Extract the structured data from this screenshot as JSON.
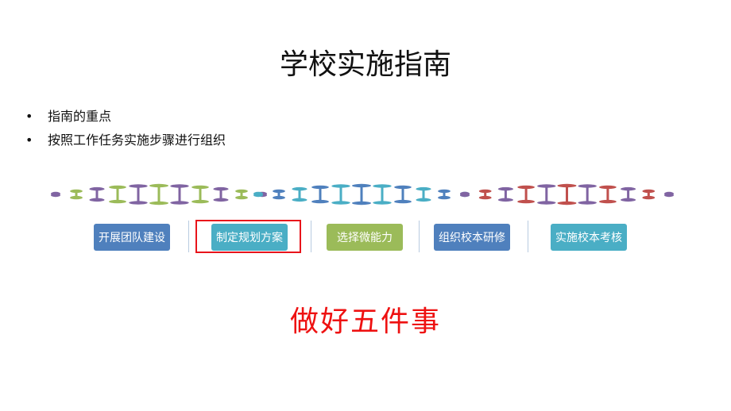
{
  "slide": {
    "title": "学校实施指南",
    "bullets": [
      "指南的重点",
      "按照工作任务实施步骤进行组织"
    ],
    "steps": [
      {
        "label": "开展团队建设",
        "color": "#4f80bd"
      },
      {
        "label": "制定规划方案",
        "color": "#4aaec5",
        "highlighted": true
      },
      {
        "label": "选择微能力",
        "color": "#9bbb59"
      },
      {
        "label": "组织校本研修",
        "color": "#4f80bd"
      },
      {
        "label": "实施校本考核",
        "color": "#4aaec5"
      }
    ],
    "slogan": "做好五件事",
    "colors": {
      "green": "#9bbb59",
      "purple": "#8064a2",
      "blue": "#4f80bd",
      "teal": "#4aaec5",
      "red": "#c0504d",
      "highlight_border": "#e8141b",
      "slogan": "#ee1111"
    }
  }
}
